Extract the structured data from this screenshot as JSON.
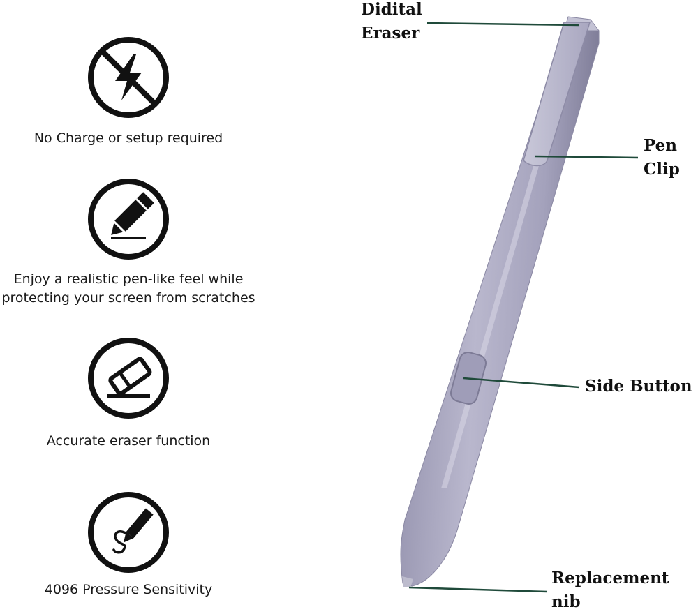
{
  "features": [
    {
      "icon": "no-charge-icon",
      "caption": "No Charge or setup required"
    },
    {
      "icon": "pen-feel-icon",
      "caption": "Enjoy a realistic pen-like feel while\nprotecting your screen from scratches"
    },
    {
      "icon": "eraser-icon",
      "caption": "Accurate eraser function"
    },
    {
      "icon": "pressure-pen-icon",
      "caption": "4096 Pressure Sensitivity"
    }
  ],
  "callouts": {
    "eraser": "Didital\nEraser",
    "clip": "Pen\nClip",
    "button": "Side Button",
    "nib": "Replacement\nnib"
  },
  "colors": {
    "pen_body": "#a8a6bf",
    "pen_highlight": "#d6d5e3",
    "pen_shadow": "#7f7d98",
    "leader_line": "#1f4a3a",
    "icon": "#111111"
  }
}
